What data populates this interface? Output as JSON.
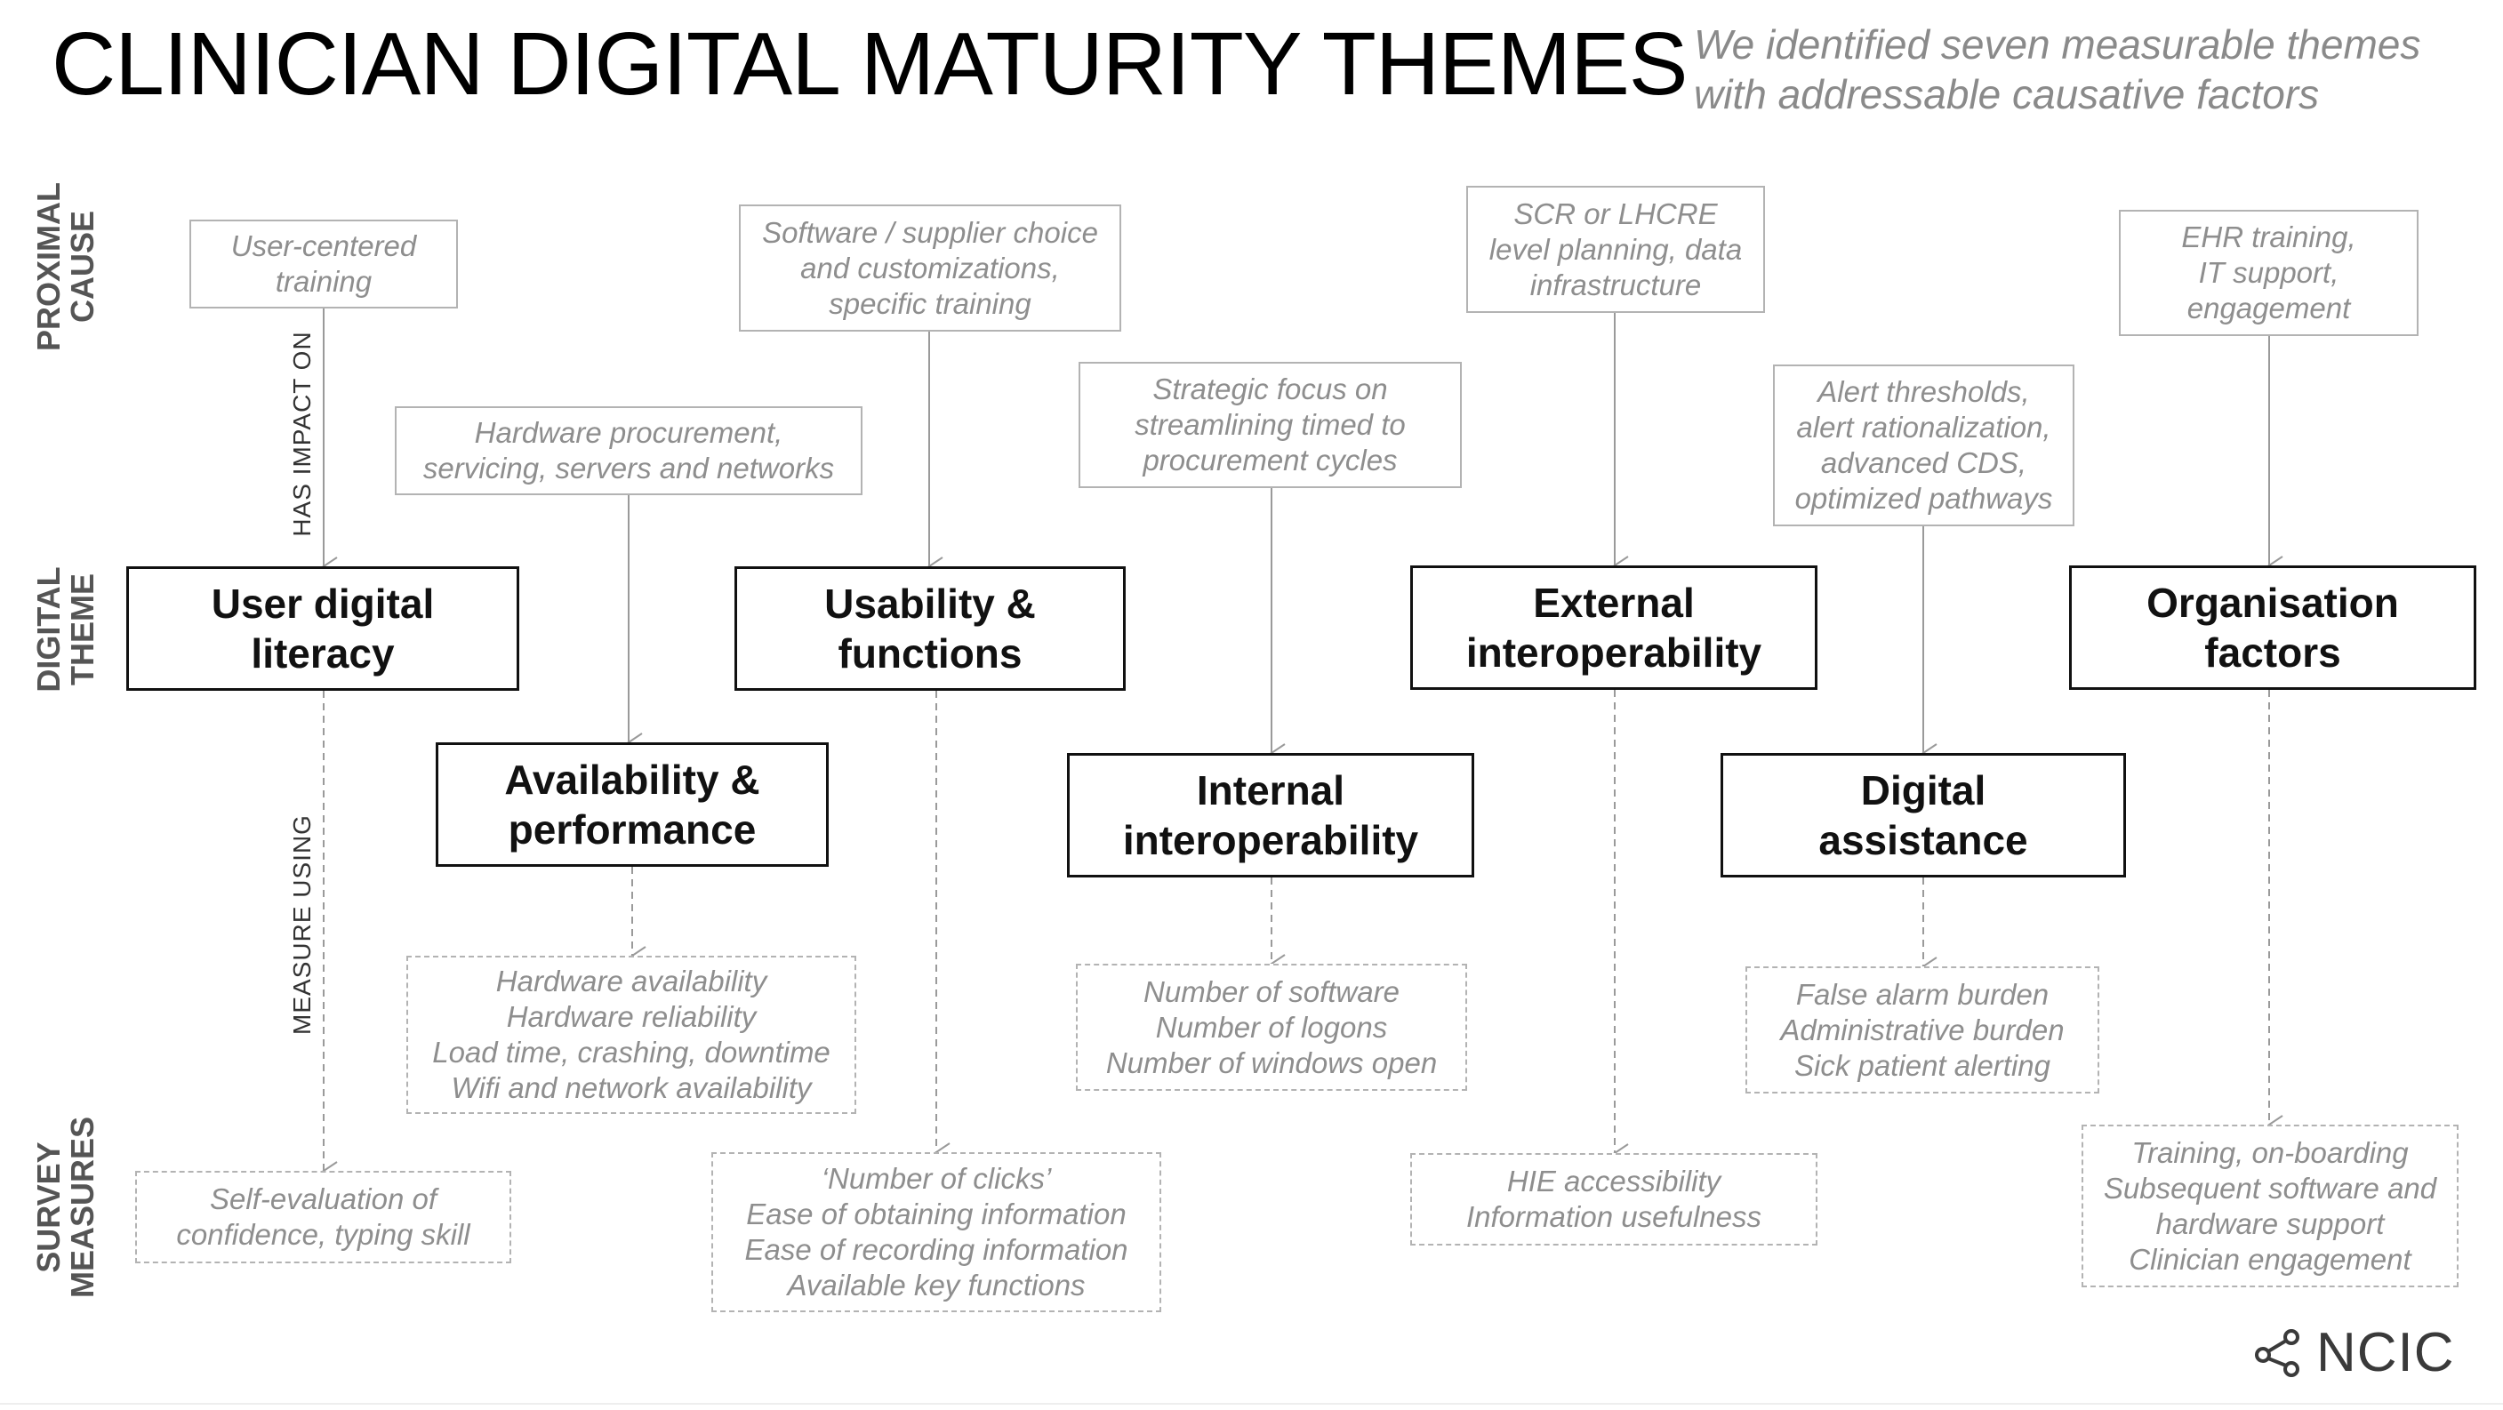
{
  "title": "CLINICIAN DIGITAL MATURITY THEMES",
  "subtitle": "We identified seven measurable themes\nwith addressable causative factors",
  "row_labels": {
    "proximal": "PROXIMAL\nCAUSE",
    "theme": "DIGITAL\nTHEME",
    "survey": "SURVEY\nMEASURES"
  },
  "connector_labels": {
    "has_impact_on": "HAS IMPACT ON",
    "measure_using": "MEASURE USING"
  },
  "themes": [
    {
      "name": "User digital\nliteracy",
      "cause": "User-centered\ntraining",
      "measure": "Self-evaluation of\nconfidence, typing skill"
    },
    {
      "name": "Availability &\nperformance",
      "cause": "Hardware procurement,\nservicing, servers and networks",
      "measure": "Hardware availability\nHardware reliability\nLoad time, crashing, downtime\nWifi and network availability"
    },
    {
      "name": "Usability &\nfunctions",
      "cause": "Software / supplier choice\nand customizations,\nspecific training",
      "measure": "‘Number of clicks’\nEase of obtaining information\nEase of recording information\nAvailable key functions"
    },
    {
      "name": "Internal\ninteroperability",
      "cause": "Strategic focus on\nstreamlining timed to\nprocurement cycles",
      "measure": "Number of software\nNumber of logons\nNumber of windows open"
    },
    {
      "name": "External\ninteroperability",
      "cause": "SCR or LHCRE\nlevel planning, data\ninfrastructure",
      "measure": "HIE accessibility\nInformation usefulness"
    },
    {
      "name": "Digital\nassistance",
      "cause": "Alert thresholds,\nalert rationalization,\nadvanced CDS,\noptimized pathways",
      "measure": "False alarm burden\nAdministrative burden\nSick patient alerting"
    },
    {
      "name": "Organisation\nfactors",
      "cause": "EHR training,\nIT support,\nengagement",
      "measure": "Training, on-boarding\nSubsequent software and\nhardware support\nClinician engagement"
    }
  ],
  "logo": {
    "text": "NCIC",
    "icon": "share-icon"
  },
  "colors": {
    "theme_border": "#111111",
    "cause_text": "#8e8e8e",
    "box_border": "#b3b3b3",
    "connector": "#9a9a9a"
  }
}
